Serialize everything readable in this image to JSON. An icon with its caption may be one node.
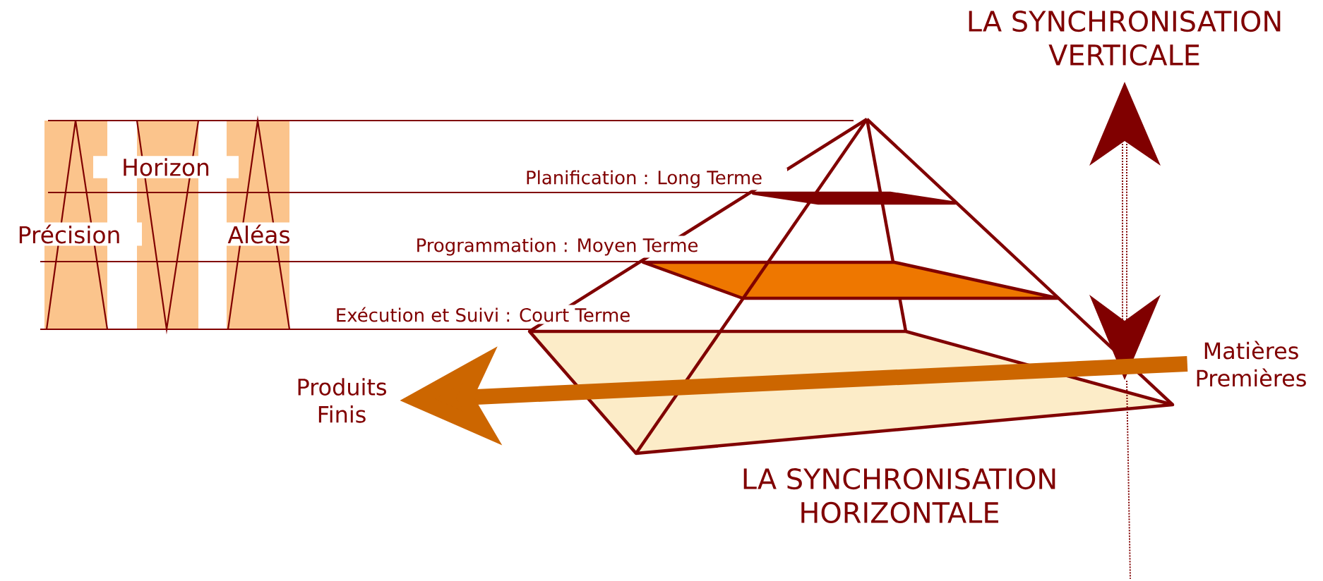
{
  "diagram": {
    "nodes": [
      {
        "text": [
          "Matières Premières"
        ]
      },
      {
        "text": [
          "Produits Finis"
        ]
      }
    ],
    "edges": [
      {
        "from": 0,
        "to": 1,
        "arrow": "to"
      }
    ],
    "labels": [
      "LA SYNCHRONISATION VERTICALE",
      "Horizon",
      "Planification : Long Terme",
      "Précision",
      "Aléas",
      "Programmation : Moyen Terme",
      "Exécution et Suivi : Court Terme",
      "LA SYNCHRONISATION HORIZONTALE"
    ]
  }
}
